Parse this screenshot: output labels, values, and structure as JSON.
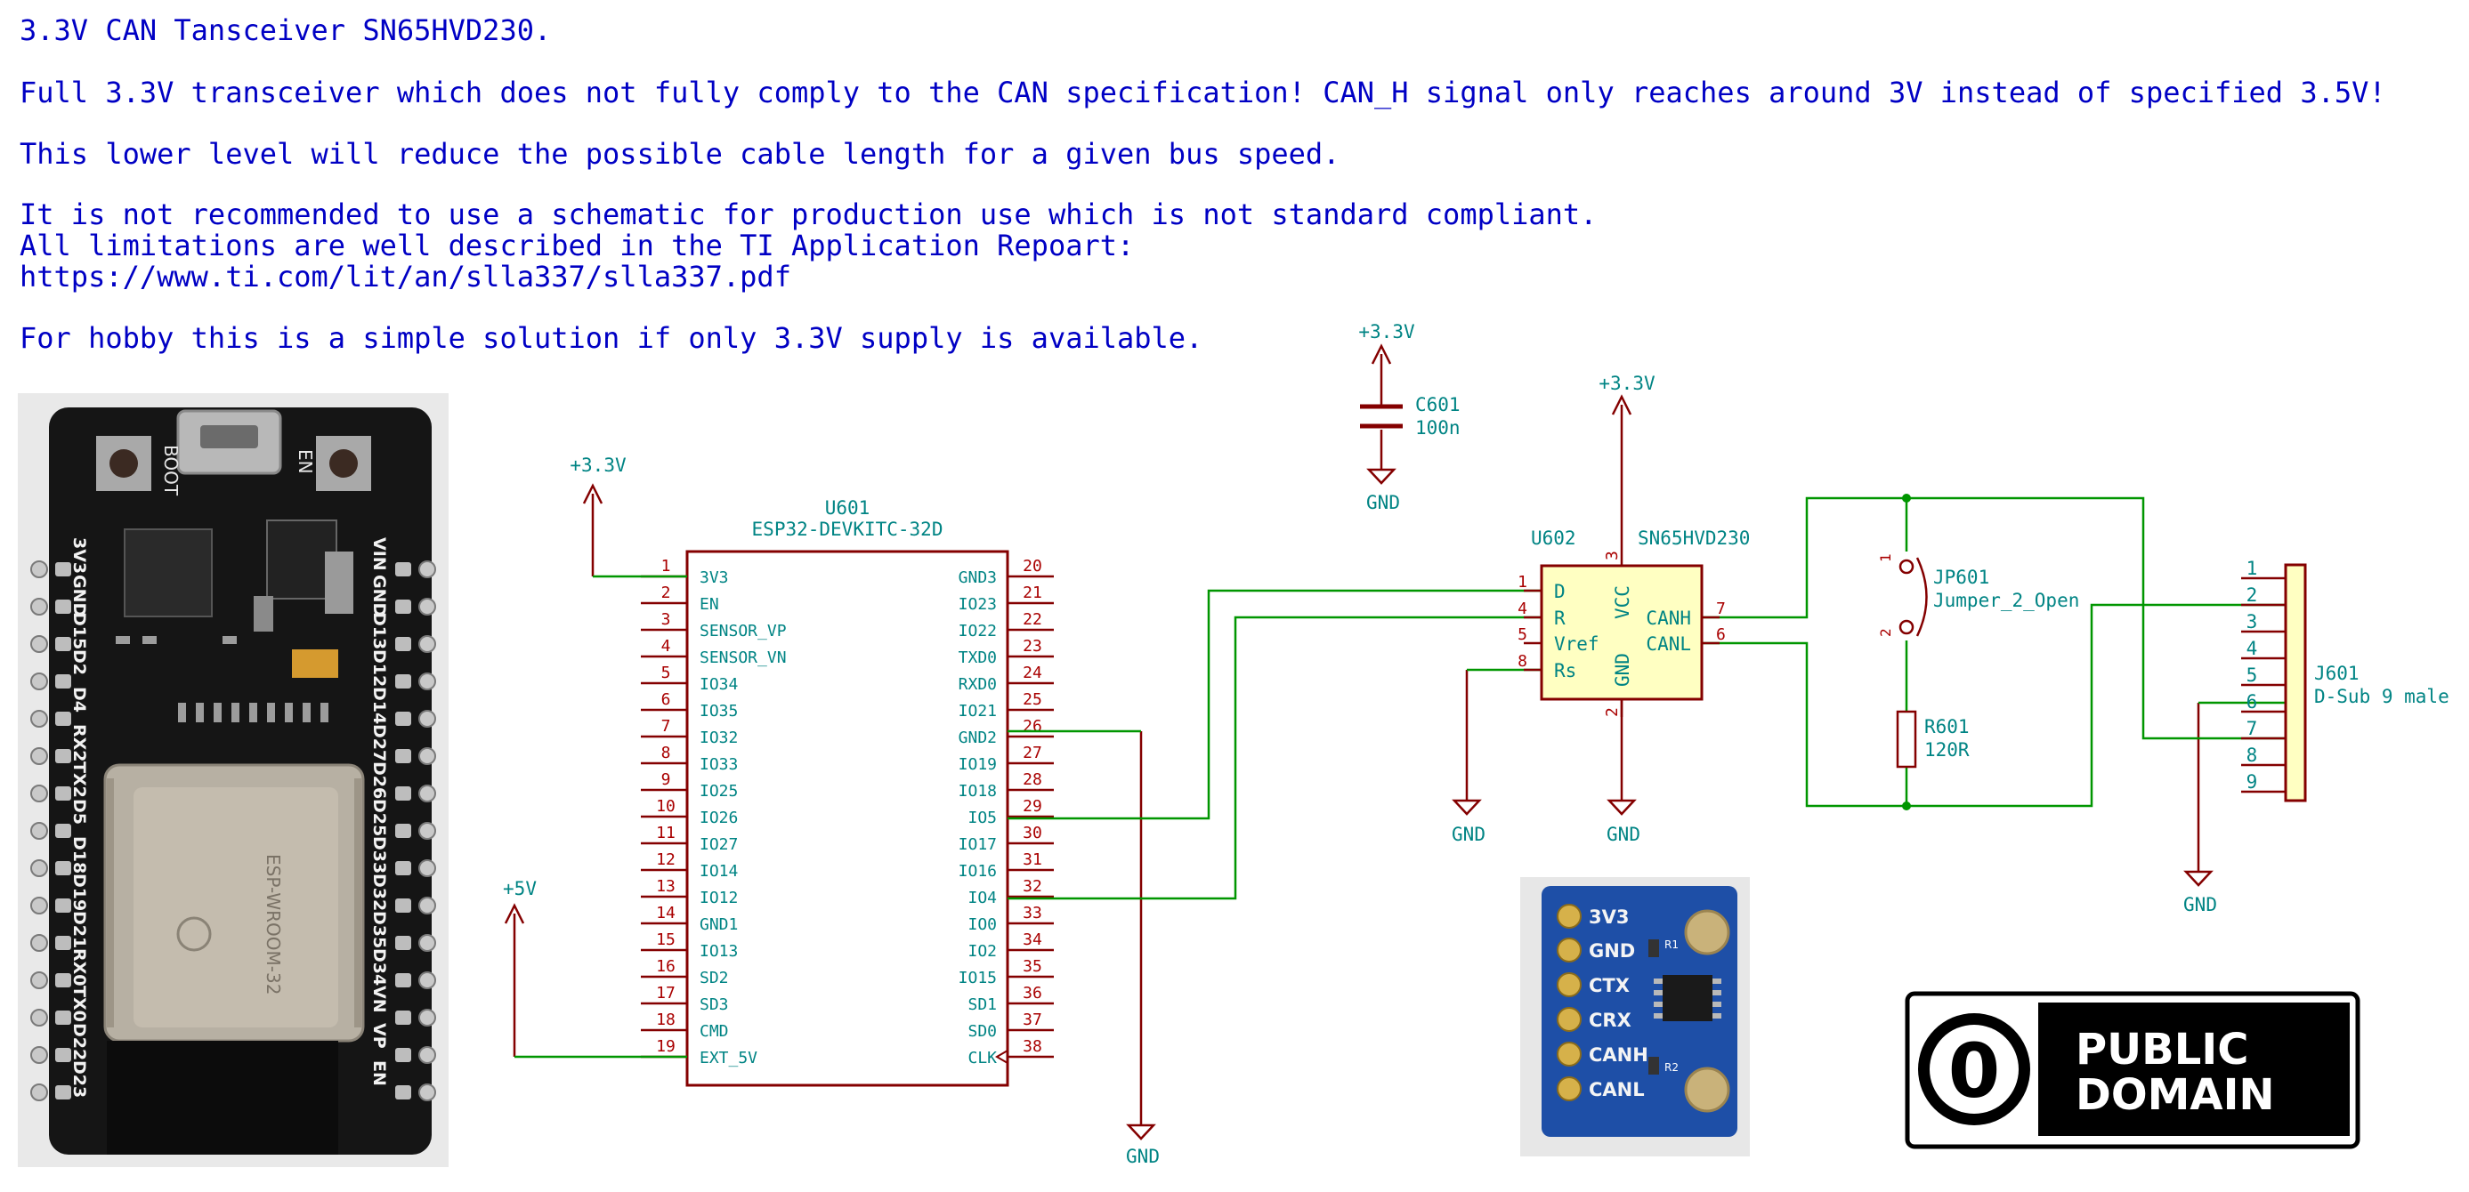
{
  "notes": [
    "3.3V CAN Tansceiver SN65HVD230.",
    "Full 3.3V transceiver which does not fully comply to the CAN specification! CAN_H signal only reaches around 3V instead of specified 3.5V!",
    "This lower level will reduce the possible cable length for a given bus speed.",
    "It is not recommended to use a schematic for production use which is not standard compliant.",
    "All limitations are well described in the TI Application Repoart:",
    "https://www.ti.com/lit/an/slla337/slla337.pdf",
    "For hobby this is a simple solution if only 3.3V supply is available."
  ],
  "colors": {
    "note_text": "#0000c4",
    "wire": "#009600",
    "symbol": "#840000",
    "net_label": "#008484",
    "ic_fill": "#ffffc2",
    "pin_number": "#a90000"
  },
  "power": {
    "v33": "+3.3V",
    "v5": "+5V",
    "gnd": "GND"
  },
  "u601": {
    "ref": "U601",
    "value": "ESP32-DEVKITC-32D",
    "left_pins": [
      {
        "num": "1",
        "name": "3V3"
      },
      {
        "num": "2",
        "name": "EN"
      },
      {
        "num": "3",
        "name": "SENSOR_VP"
      },
      {
        "num": "4",
        "name": "SENSOR_VN"
      },
      {
        "num": "5",
        "name": "IO34"
      },
      {
        "num": "6",
        "name": "IO35"
      },
      {
        "num": "7",
        "name": "IO32"
      },
      {
        "num": "8",
        "name": "IO33"
      },
      {
        "num": "9",
        "name": "IO25"
      },
      {
        "num": "10",
        "name": "IO26"
      },
      {
        "num": "11",
        "name": "IO27"
      },
      {
        "num": "12",
        "name": "IO14"
      },
      {
        "num": "13",
        "name": "IO12"
      },
      {
        "num": "14",
        "name": "GND1"
      },
      {
        "num": "15",
        "name": "IO13"
      },
      {
        "num": "16",
        "name": "SD2"
      },
      {
        "num": "17",
        "name": "SD3"
      },
      {
        "num": "18",
        "name": "CMD"
      },
      {
        "num": "19",
        "name": "EXT_5V"
      }
    ],
    "right_pins": [
      {
        "num": "20",
        "name": "GND3"
      },
      {
        "num": "21",
        "name": "IO23"
      },
      {
        "num": "22",
        "name": "IO22"
      },
      {
        "num": "23",
        "name": "TXD0"
      },
      {
        "num": "24",
        "name": "RXD0"
      },
      {
        "num": "25",
        "name": "IO21"
      },
      {
        "num": "26",
        "name": "GND2"
      },
      {
        "num": "27",
        "name": "IO19"
      },
      {
        "num": "28",
        "name": "IO18"
      },
      {
        "num": "29",
        "name": "IO5"
      },
      {
        "num": "30",
        "name": "IO17"
      },
      {
        "num": "31",
        "name": "IO16"
      },
      {
        "num": "32",
        "name": "IO4"
      },
      {
        "num": "33",
        "name": "IO0"
      },
      {
        "num": "34",
        "name": "IO2"
      },
      {
        "num": "35",
        "name": "IO15"
      },
      {
        "num": "36",
        "name": "SD1"
      },
      {
        "num": "37",
        "name": "SD0"
      },
      {
        "num": "38",
        "name": "CLK"
      }
    ]
  },
  "u602": {
    "ref": "U602",
    "value": "SN65HVD230",
    "pins_left": [
      {
        "num": "1",
        "name": "D"
      },
      {
        "num": "4",
        "name": "R"
      },
      {
        "num": "5",
        "name": "Vref"
      },
      {
        "num": "8",
        "name": "Rs"
      }
    ],
    "pins_right": [
      {
        "num": "7",
        "name": "CANH"
      },
      {
        "num": "6",
        "name": "CANL"
      }
    ],
    "pin_vcc": {
      "num": "3",
      "name": "VCC"
    },
    "pin_gnd": {
      "num": "2",
      "name": "GND"
    }
  },
  "c601": {
    "ref": "C601",
    "value": "100n"
  },
  "r601": {
    "ref": "R601",
    "value": "120R"
  },
  "jp601": {
    "ref": "JP601",
    "value": "Jumper_2_Open",
    "pin1": "1",
    "pin2": "2"
  },
  "j601": {
    "ref": "J601",
    "value": "D-Sub 9 male",
    "pins": [
      "1",
      "2",
      "3",
      "4",
      "5",
      "6",
      "7",
      "8",
      "9"
    ]
  },
  "board_photo": {
    "left_labels": [
      "3V3",
      "GND",
      "D15",
      "D2",
      "D4",
      "RX2",
      "TX2",
      "D5",
      "D18",
      "D19",
      "D21",
      "RX0",
      "TX0",
      "D22",
      "D23"
    ],
    "right_labels": [
      "VIN",
      "GND",
      "D13",
      "D12",
      "D14",
      "D27",
      "D26",
      "D25",
      "D33",
      "D32",
      "D35",
      "D34",
      "VN",
      "VP",
      "EN"
    ],
    "boot": "BOOT",
    "en": "EN",
    "module_text": "ESP-WROOM-32"
  },
  "module_photo": {
    "labels": [
      "3V3",
      "GND",
      "CTX",
      "CRX",
      "CANH",
      "CANL"
    ],
    "r1": "R1",
    "r2": "R2"
  },
  "logo": {
    "zero": "0",
    "line1": "PUBLIC",
    "line2": "DOMAIN"
  }
}
